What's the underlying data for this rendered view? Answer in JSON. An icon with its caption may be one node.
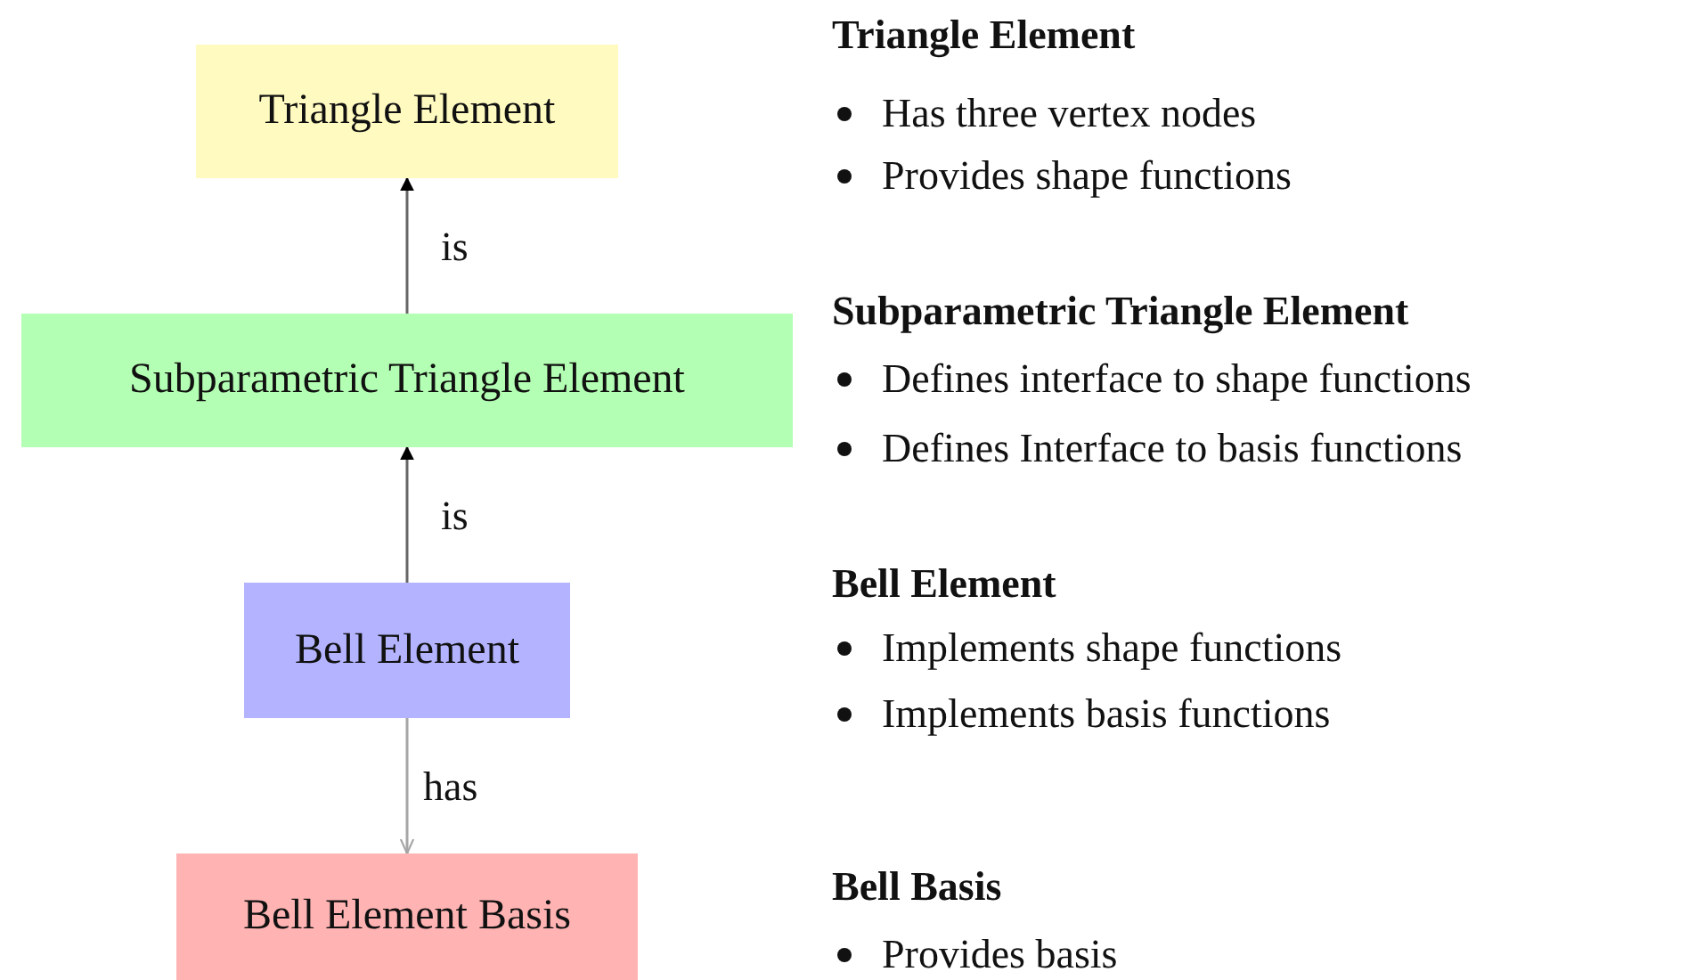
{
  "diagram": {
    "nodes": [
      {
        "text": [
          "Triangle Element"
        ]
      },
      {
        "text": [
          "Subparametric Triangle Element"
        ]
      },
      {
        "text": [
          "Bell Element"
        ]
      },
      {
        "text": [
          "Bell Element Basis"
        ]
      }
    ],
    "edges": [
      {
        "from": 1,
        "to": 0,
        "arrow": "to",
        "label": "is"
      },
      {
        "from": 2,
        "to": 1,
        "arrow": "to",
        "label": "is"
      },
      {
        "from": 2,
        "to": 3,
        "arrow": "to",
        "label": "has",
        "color": "#a6a6a6"
      }
    ],
    "labels": [
      "Triangle Element",
      "Has three vertex nodes",
      "Provides shape functions",
      "Subparametric Triangle Element",
      "Defines interface to shape functions",
      "Defines Interface to basis functions",
      "Bell Element",
      "Implements shape functions",
      "Implements basis functions",
      "Bell Basis",
      "Provides basis"
    ]
  }
}
